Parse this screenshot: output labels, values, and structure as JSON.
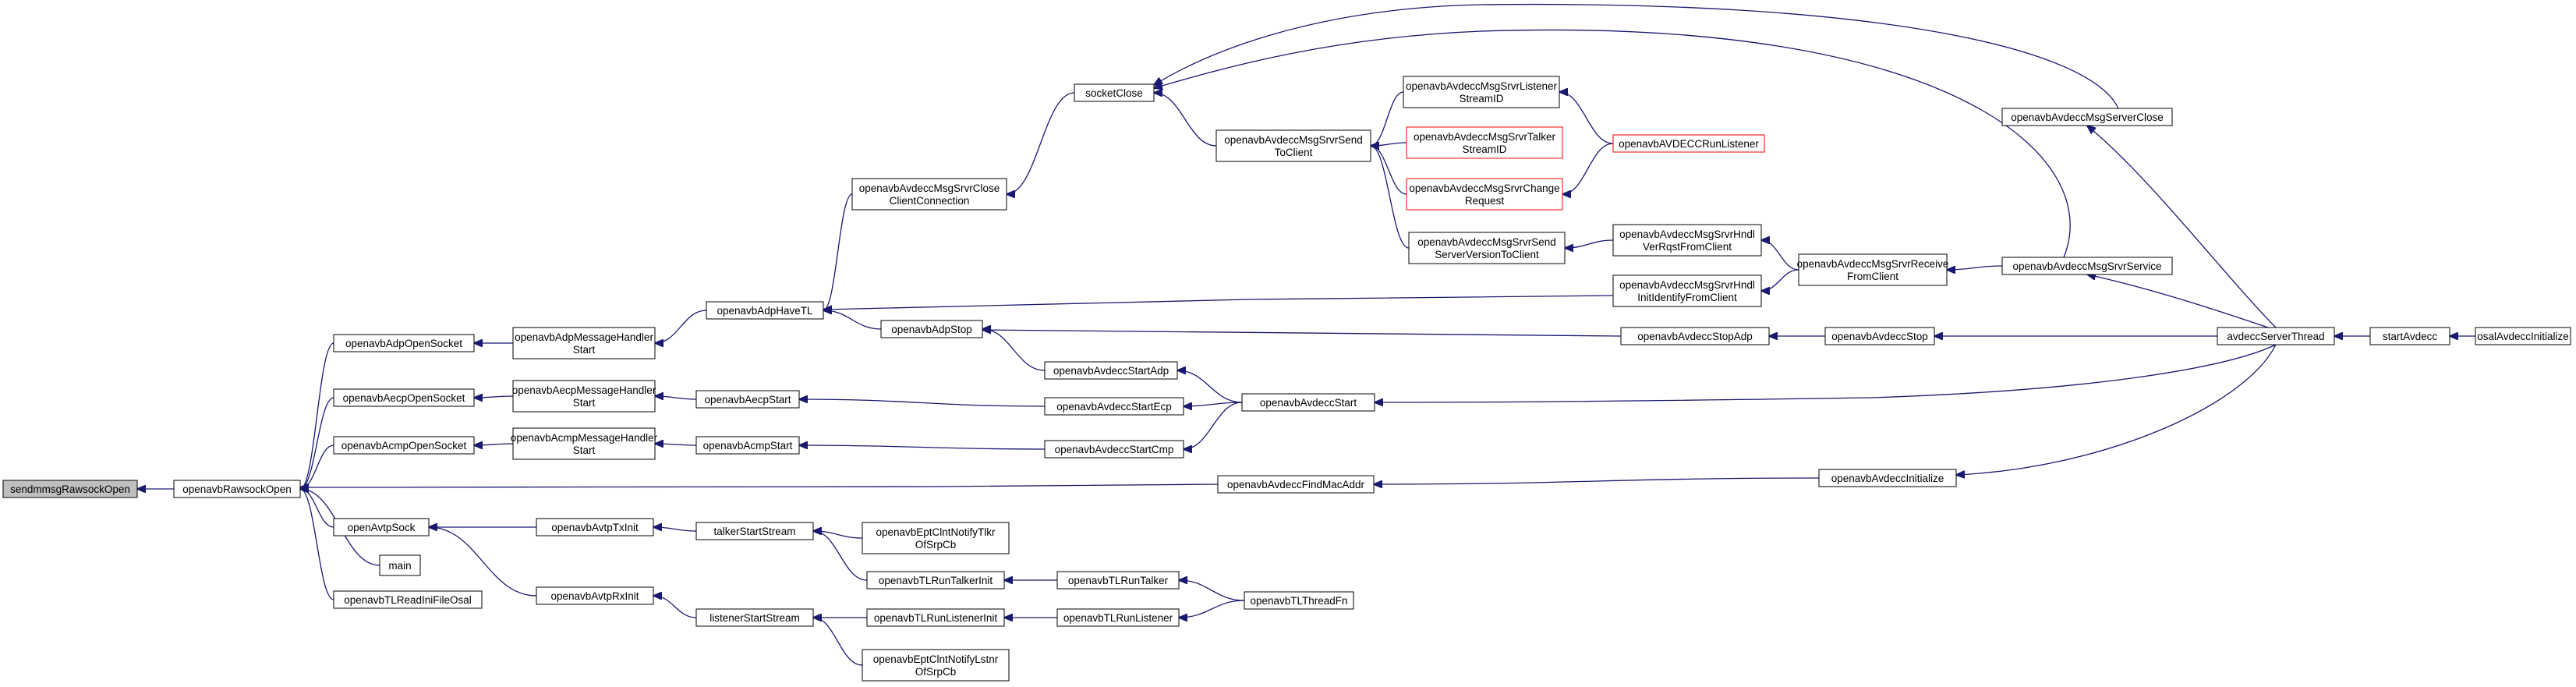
{
  "graph": {
    "colors": {
      "edge": "#191970",
      "node_border": "#000000",
      "root_fill": "#bfbfbf",
      "warning_border": "#ff0000"
    },
    "nodes": [
      {
        "id": "n0",
        "lines": [
          "sendmmsgRawsockOpen"
        ],
        "style": "root"
      },
      {
        "id": "n1",
        "lines": [
          "openavbRawsockOpen"
        ]
      },
      {
        "id": "n2",
        "lines": [
          "openavbAdpOpenSocket"
        ]
      },
      {
        "id": "n3",
        "lines": [
          "openavbAecpOpenSocket"
        ]
      },
      {
        "id": "n4",
        "lines": [
          "openavbAcmpOpenSocket"
        ]
      },
      {
        "id": "n5",
        "lines": [
          "openAvtpSock"
        ]
      },
      {
        "id": "n6",
        "lines": [
          "main"
        ]
      },
      {
        "id": "n7",
        "lines": [
          "openavbTLReadIniFileOsal"
        ]
      },
      {
        "id": "n8",
        "lines": [
          "openavbAdpMessageHandler",
          "Start"
        ]
      },
      {
        "id": "n9",
        "lines": [
          "openavbAecpMessageHandler",
          "Start"
        ]
      },
      {
        "id": "n10",
        "lines": [
          "openavbAcmpMessageHandler",
          "Start"
        ]
      },
      {
        "id": "n11",
        "lines": [
          "openavbAvtpTxInit"
        ]
      },
      {
        "id": "n12",
        "lines": [
          "openavbAvtpRxInit"
        ]
      },
      {
        "id": "n13",
        "lines": [
          "openavbAdpHaveTL"
        ]
      },
      {
        "id": "n14",
        "lines": [
          "openavbAecpStart"
        ]
      },
      {
        "id": "n15",
        "lines": [
          "openavbAcmpStart"
        ]
      },
      {
        "id": "n16",
        "lines": [
          "talkerStartStream"
        ]
      },
      {
        "id": "n17",
        "lines": [
          "listenerStartStream"
        ]
      },
      {
        "id": "n18",
        "lines": [
          "openavbAvdeccMsgSrvrClose",
          "ClientConnection"
        ]
      },
      {
        "id": "n19",
        "lines": [
          "openavbAdpStop"
        ]
      },
      {
        "id": "n20",
        "lines": [
          "openavbEptClntNotifyTlkr",
          "OfSrpCb"
        ]
      },
      {
        "id": "n21",
        "lines": [
          "openavbTLRunTalkerInit"
        ]
      },
      {
        "id": "n22",
        "lines": [
          "openavbTLRunListenerInit"
        ]
      },
      {
        "id": "n23",
        "lines": [
          "openavbEptClntNotifyLstnr",
          "OfSrpCb"
        ]
      },
      {
        "id": "n24",
        "lines": [
          "socketClose"
        ]
      },
      {
        "id": "n25",
        "lines": [
          "openavbAvdeccStartAdp"
        ]
      },
      {
        "id": "n26",
        "lines": [
          "openavbAvdeccStartEcp"
        ]
      },
      {
        "id": "n27",
        "lines": [
          "openavbAvdeccStartCmp"
        ]
      },
      {
        "id": "n28",
        "lines": [
          "openavbTLRunTalker"
        ]
      },
      {
        "id": "n29",
        "lines": [
          "openavbTLRunListener"
        ]
      },
      {
        "id": "n30",
        "lines": [
          "openavbAvdeccMsgSrvrSend",
          "ToClient"
        ]
      },
      {
        "id": "n31",
        "lines": [
          "openavbAvdeccStart"
        ]
      },
      {
        "id": "n32",
        "lines": [
          "openavbAvdeccFindMacAddr"
        ]
      },
      {
        "id": "n33",
        "lines": [
          "openavbTLThreadFn"
        ]
      },
      {
        "id": "n34",
        "lines": [
          "openavbAvdeccMsgSrvrListener",
          "StreamID"
        ]
      },
      {
        "id": "n35",
        "lines": [
          "openavbAvdeccMsgSrvrTalker",
          "StreamID"
        ],
        "style": "red"
      },
      {
        "id": "n36",
        "lines": [
          "openavbAvdeccMsgSrvrChange",
          "Request"
        ],
        "style": "red"
      },
      {
        "id": "n37",
        "lines": [
          "openavbAvdeccMsgSrvrSend",
          "ServerVersionToClient"
        ]
      },
      {
        "id": "n38",
        "lines": [
          "openavbAvdeccStopAdp"
        ]
      },
      {
        "id": "n39",
        "lines": [
          "openavbAVDECCRunListener"
        ],
        "style": "red"
      },
      {
        "id": "n40",
        "lines": [
          "openavbAvdeccMsgSrvrHndl",
          "VerRqstFromClient"
        ]
      },
      {
        "id": "n41",
        "lines": [
          "openavbAvdeccMsgSrvrHndl",
          "InitIdentifyFromClient"
        ]
      },
      {
        "id": "n42",
        "lines": [
          "openavbAvdeccMsgSrvrReceive",
          "FromClient"
        ]
      },
      {
        "id": "n43",
        "lines": [
          "openavbAvdeccStop"
        ]
      },
      {
        "id": "n44",
        "lines": [
          "openavbAvdeccInitialize"
        ]
      },
      {
        "id": "n45",
        "lines": [
          "openavbAvdeccMsgServerClose"
        ]
      },
      {
        "id": "n46",
        "lines": [
          "openavbAvdeccMsgSrvrService"
        ]
      },
      {
        "id": "n47",
        "lines": [
          "avdeccServerThread"
        ]
      },
      {
        "id": "n48",
        "lines": [
          "startAvdecc"
        ]
      },
      {
        "id": "n49",
        "lines": [
          "osalAvdeccInitialize"
        ]
      }
    ],
    "edges": [
      [
        "n1",
        "n0"
      ],
      [
        "n2",
        "n1"
      ],
      [
        "n3",
        "n1"
      ],
      [
        "n4",
        "n1"
      ],
      [
        "n5",
        "n1"
      ],
      [
        "n6",
        "n1"
      ],
      [
        "n7",
        "n1"
      ],
      [
        "n32",
        "n1"
      ],
      [
        "n8",
        "n2"
      ],
      [
        "n9",
        "n3"
      ],
      [
        "n10",
        "n4"
      ],
      [
        "n11",
        "n5"
      ],
      [
        "n12",
        "n5"
      ],
      [
        "n13",
        "n8"
      ],
      [
        "n14",
        "n9"
      ],
      [
        "n15",
        "n10"
      ],
      [
        "n16",
        "n11"
      ],
      [
        "n17",
        "n12"
      ],
      [
        "n18",
        "n13"
      ],
      [
        "n19",
        "n13"
      ],
      [
        "n41",
        "n13"
      ],
      [
        "n26",
        "n14"
      ],
      [
        "n27",
        "n15"
      ],
      [
        "n20",
        "n16"
      ],
      [
        "n21",
        "n16"
      ],
      [
        "n22",
        "n17"
      ],
      [
        "n23",
        "n17"
      ],
      [
        "n24",
        "n18"
      ],
      [
        "n25",
        "n19"
      ],
      [
        "n38",
        "n19"
      ],
      [
        "n28",
        "n21"
      ],
      [
        "n29",
        "n22"
      ],
      [
        "n30",
        "n24"
      ],
      [
        "n45",
        "n24"
      ],
      [
        "n46",
        "n24"
      ],
      [
        "n31",
        "n25"
      ],
      [
        "n31",
        "n26"
      ],
      [
        "n31",
        "n27"
      ],
      [
        "n33",
        "n28"
      ],
      [
        "n33",
        "n29"
      ],
      [
        "n34",
        "n30"
      ],
      [
        "n35",
        "n30"
      ],
      [
        "n36",
        "n30"
      ],
      [
        "n37",
        "n30"
      ],
      [
        "n47",
        "n31"
      ],
      [
        "n44",
        "n32"
      ],
      [
        "n39",
        "n34"
      ],
      [
        "n39",
        "n36"
      ],
      [
        "n40",
        "n37"
      ],
      [
        "n43",
        "n38"
      ],
      [
        "n42",
        "n40"
      ],
      [
        "n42",
        "n41"
      ],
      [
        "n46",
        "n42"
      ],
      [
        "n47",
        "n43"
      ],
      [
        "n47",
        "n44"
      ],
      [
        "n47",
        "n45"
      ],
      [
        "n47",
        "n46"
      ],
      [
        "n48",
        "n47"
      ],
      [
        "n49",
        "n48"
      ]
    ]
  }
}
